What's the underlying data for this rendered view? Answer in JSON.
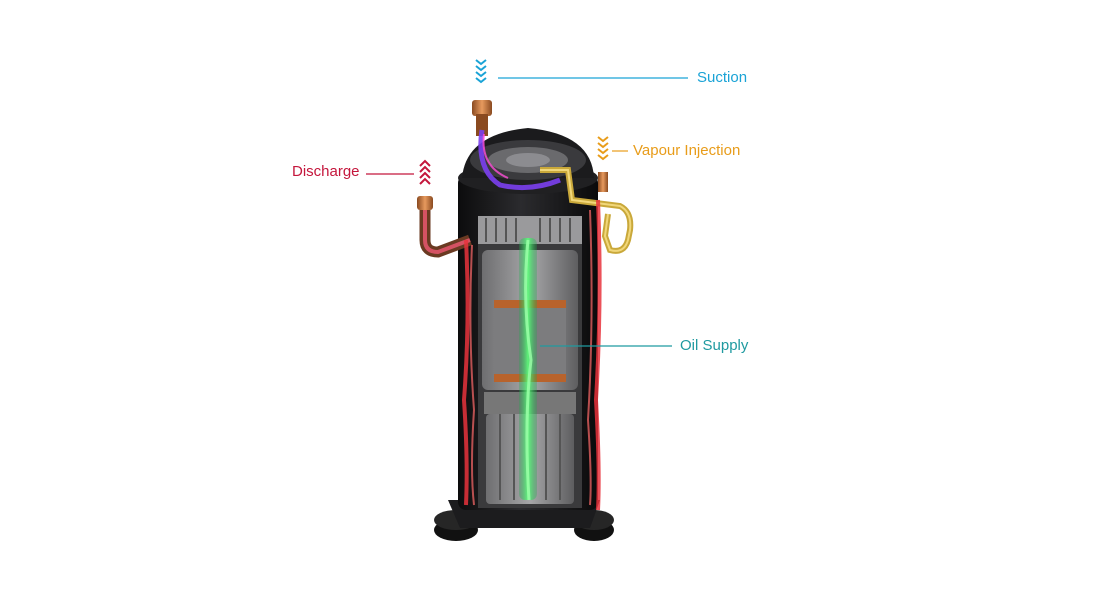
{
  "labels": {
    "suction": "Suction",
    "vapour_injection": "Vapour Injection",
    "oil_supply": "Oil Supply",
    "discharge": "Discharge"
  },
  "colors": {
    "suction": "#1aa3d6",
    "vapour_injection": "#e89c1a",
    "oil_supply": "#1f9aa0",
    "discharge": "#c4163c",
    "oil_flow": "#39e05a",
    "hot_flow": "#e8323c",
    "shell_dark": "#1a1a1c",
    "copper": "#c8743a"
  },
  "icons": {
    "suction": "chevron-down-stack-icon",
    "vapour_injection": "chevron-down-stack-icon",
    "discharge": "chevron-up-stack-icon"
  }
}
